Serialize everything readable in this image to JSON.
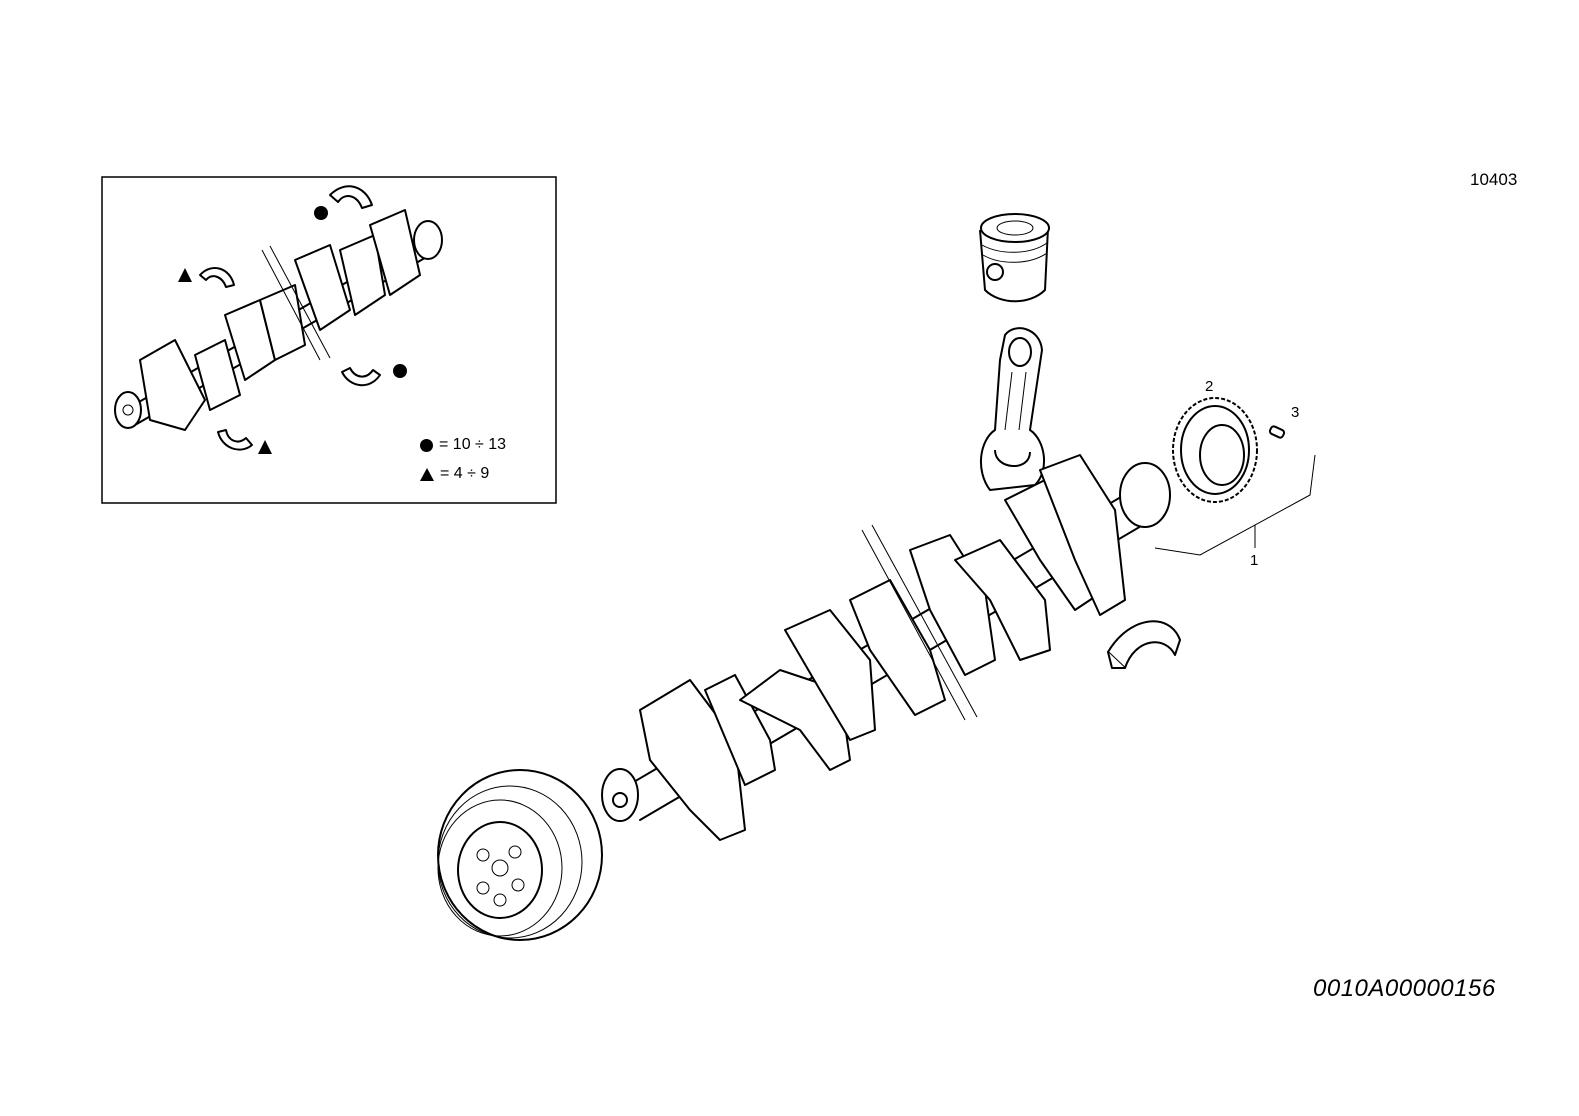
{
  "header": {
    "reference_number": "10403"
  },
  "footer": {
    "document_code": "0010A00000156"
  },
  "callouts": [
    {
      "id": "1",
      "label": "1"
    },
    {
      "id": "2",
      "label": "2"
    },
    {
      "id": "3",
      "label": "3"
    }
  ],
  "inset": {
    "legend": [
      {
        "symbol": "circle-icon",
        "text": "= 10 ÷ 13"
      },
      {
        "symbol": "triangle-icon",
        "text": "= 4 ÷ 9"
      }
    ]
  },
  "colors": {
    "line": "#000000",
    "background": "#ffffff"
  }
}
